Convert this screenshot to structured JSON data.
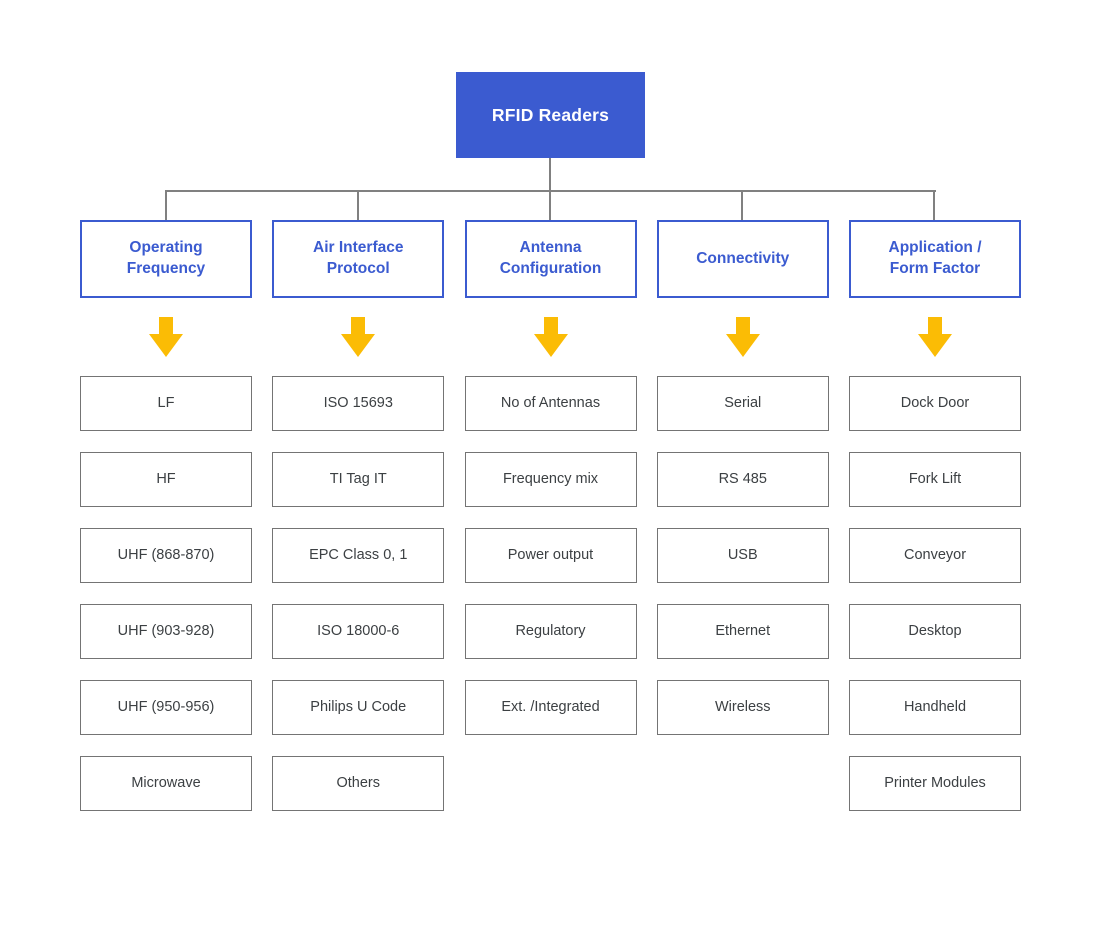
{
  "diagram": {
    "title": "RFID Readers taxonomy tree",
    "colors": {
      "root_fill": "#3B5BD0",
      "root_text": "#FFFFFF",
      "category_border": "#3B5BD0",
      "category_text": "#3B5BD0",
      "item_border": "#747474",
      "item_text": "#3C4043",
      "arrow": "#FBBC05",
      "connector": "#808080",
      "background": "#FFFFFF"
    },
    "root": {
      "label": "RFID Readers"
    },
    "arrow_icon": "arrow-down-icon",
    "branches": [
      {
        "id": "operating-frequency",
        "label": "Operating\nFrequency",
        "items": [
          "LF",
          "HF",
          "UHF (868-870)",
          "UHF (903-928)",
          "UHF (950-956)",
          "Microwave"
        ]
      },
      {
        "id": "air-interface-protocol",
        "label": "Air Interface\nProtocol",
        "items": [
          "ISO 15693",
          "TI Tag IT",
          "EPC Class 0, 1",
          "ISO 18000-6",
          "Philips U Code",
          "Others"
        ]
      },
      {
        "id": "antenna-configuration",
        "label": "Antenna\nConfiguration",
        "items": [
          "No of Antennas",
          "Frequency mix",
          "Power output",
          "Regulatory",
          "Ext. /Integrated"
        ]
      },
      {
        "id": "connectivity",
        "label": "Connectivity",
        "items": [
          "Serial",
          "RS 485",
          "USB",
          "Ethernet",
          "Wireless"
        ]
      },
      {
        "id": "application-form-factor",
        "label": "Application /\nForm Factor",
        "items": [
          "Dock Door",
          "Fork Lift",
          "Conveyor",
          "Desktop",
          "Handheld",
          "Printer Modules"
        ]
      }
    ]
  }
}
